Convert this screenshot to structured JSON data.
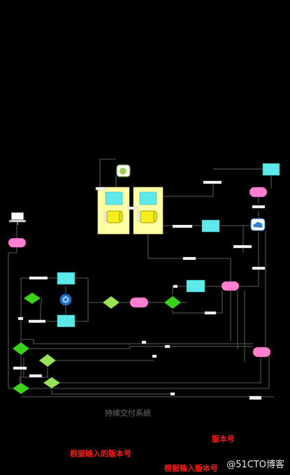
{
  "title": "持续交付系统",
  "captions": {
    "version_number": "版本号",
    "by_input_version": "根据输入的版本号",
    "by_input_version_2": "根据输入版本号"
  },
  "watermark": "@51CTO博客",
  "colors": {
    "background": "#000000",
    "line": "#4a4a4a",
    "yellow_panel": "#ffffa6",
    "cyan_box": "#5de8ea",
    "pink_node": "#ff7fd0",
    "green_diamond": "#3cd11b",
    "lime_diamond": "#9be25b",
    "caption_red": "#ff1a1a",
    "caption_gray": "#4a4a4a"
  },
  "icons": [
    "laptop-icon",
    "cloud-icon",
    "docker-icon",
    "octocat-icon",
    "database-icon"
  ]
}
